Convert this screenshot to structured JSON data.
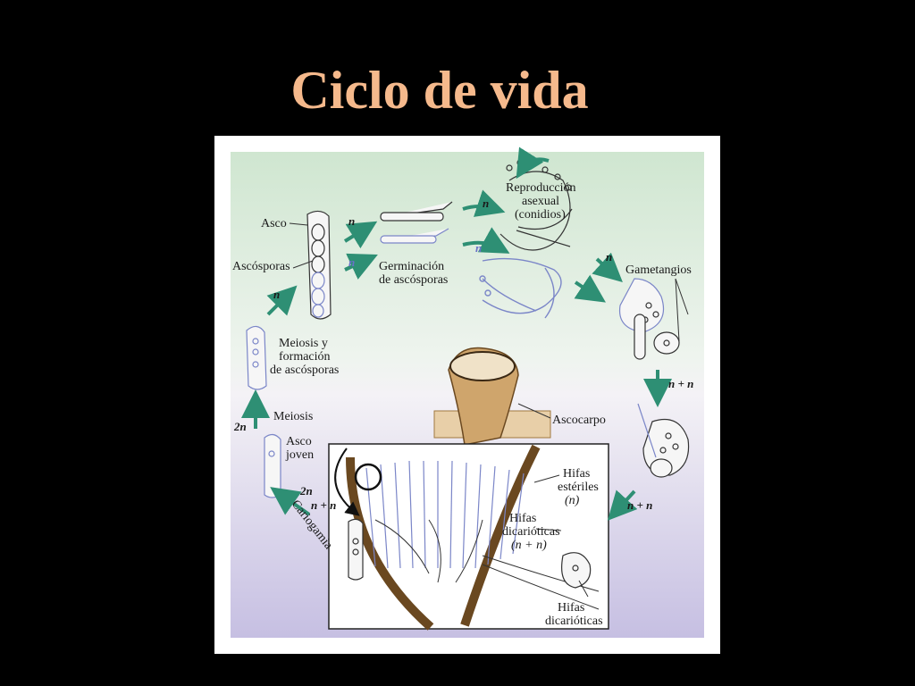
{
  "slide": {
    "title": "Ciclo de vida",
    "title_color": "#f5b98c",
    "background": "#000000"
  },
  "figure": {
    "panel_top_color": "#cfe6d0",
    "panel_bottom_color": "#cfc8e6",
    "arrow_color": "#2e8f74",
    "labels": {
      "asco": "Asco",
      "ascosporas": "Ascósporas",
      "reproduccion_1": "Reproducción",
      "reproduccion_2": "asexual",
      "reproduccion_3": "(conidios)",
      "germinacion_1": "Germinación",
      "germinacion_2": "de ascósporas",
      "gametangios": "Gametangios",
      "meiosis_y_1": "Meiosis y",
      "meiosis_y_2": "formación",
      "meiosis_y_3": "de ascósporas",
      "meiosis": "Meiosis",
      "asco_joven_1": "Asco",
      "asco_joven_2": "joven",
      "cariogamia": "Cariogamia",
      "ascocarpo": "Ascocarpo",
      "hifas_esteriles_1": "Hifas",
      "hifas_esteriles_2": "estériles",
      "hifas_esteriles_3": "(n)",
      "hifas_dicarioticas_1": "Hifas",
      "hifas_dicarioticas_2": "dicarióticas",
      "hifas_dicarioticas_3": "(n + n)",
      "hifas_dicarioticas_b1": "Hifas",
      "hifas_dicarioticas_b2": "dicarióticas"
    },
    "ploidy": {
      "n": "n",
      "two_n": "2n",
      "n_plus_n": "n + n"
    }
  }
}
